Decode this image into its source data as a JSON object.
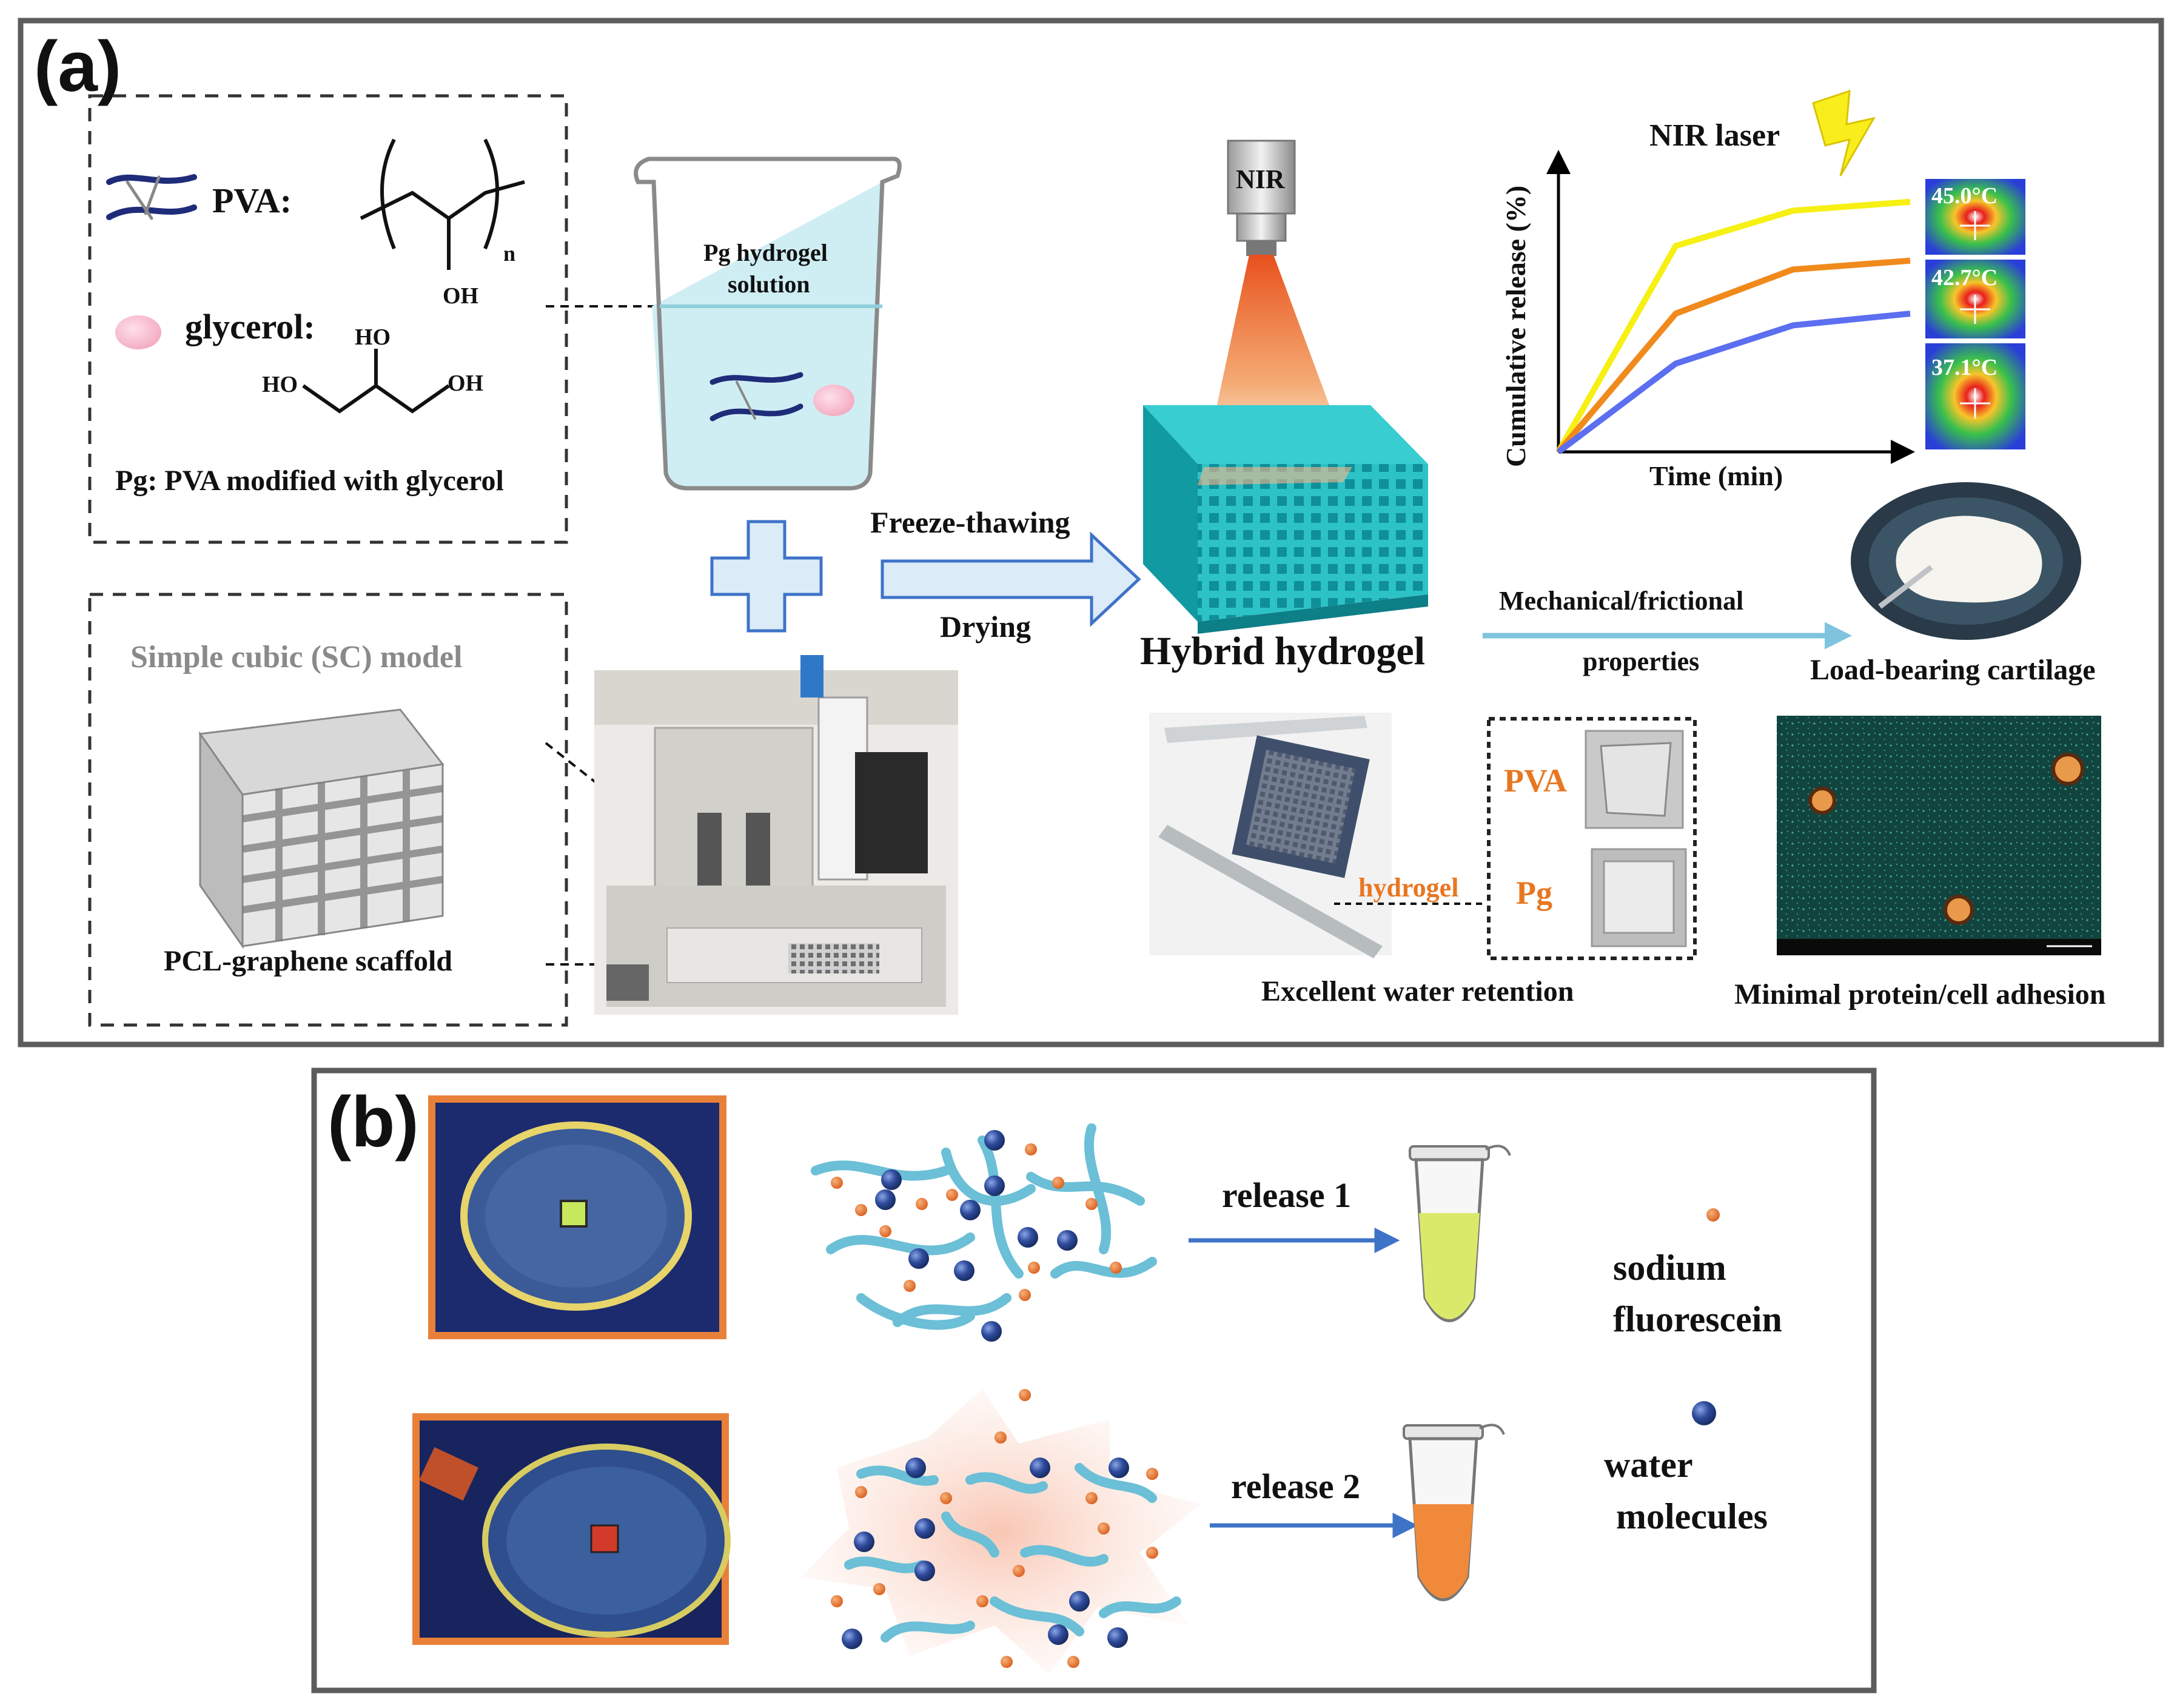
{
  "panel_a": {
    "label": "(a)",
    "pva_label": "PVA:",
    "pva_sub_n": "n",
    "pva_oh": "OH",
    "glycerol_label": "glycerol:",
    "glycerol_ho_top": "HO",
    "glycerol_ho_left": "HO",
    "glycerol_oh_right": "OH",
    "pg_caption": "Pg: PVA modified with glycerol",
    "beaker_text_1": "Pg hydrogel",
    "beaker_text_2": "solution",
    "freeze_thawing": "Freeze-thawing",
    "drying": "Drying",
    "sc_model_title": "Simple cubic (SC) model",
    "scaffold_caption": "PCL-graphene scaffold",
    "nir_nozzle": "NIR",
    "hybrid_hydrogel": "Hybrid hydrogel",
    "nir_laser": "NIR laser",
    "mech_1": "Mechanical/frictional",
    "mech_2": "properties",
    "load_bearing": "Load-bearing cartilage",
    "pva_tag": "PVA",
    "pg_tag": "Pg",
    "hydrogel_tag": "hydrogel",
    "water_retention": "Excellent water retention",
    "protein_adhesion": "Minimal protein/cell adhesion",
    "temps": [
      "45.0°C",
      "42.7°C",
      "37.1°C"
    ]
  },
  "panel_b": {
    "label": "(b)",
    "release_1": "release 1",
    "release_2": "release 2",
    "legend_sodium_1": "sodium",
    "legend_sodium_2": "fluorescein",
    "legend_water_1": "water",
    "legend_water_2": "molecules"
  },
  "chart_data": {
    "type": "line",
    "xlabel": "Time (min)",
    "ylabel": "Cumulative release (%)",
    "x": [
      0,
      1,
      2,
      3
    ],
    "ylim": [
      0,
      100
    ],
    "series": [
      {
        "values": [
          0,
          70,
          82,
          85
        ],
        "color": "#f6f014"
      },
      {
        "values": [
          0,
          47,
          62,
          65
        ],
        "color": "#f08a1c"
      },
      {
        "values": [
          0,
          30,
          43,
          47
        ],
        "color": "#5b6ff0"
      }
    ]
  },
  "colors": {
    "frame": "#5c5c5c",
    "orange_text": "#e87722",
    "arrow_blue": "#7fc4de",
    "teal": "#1fb5b5",
    "sodium": "#e8803a",
    "water": "#2f4b9c"
  }
}
